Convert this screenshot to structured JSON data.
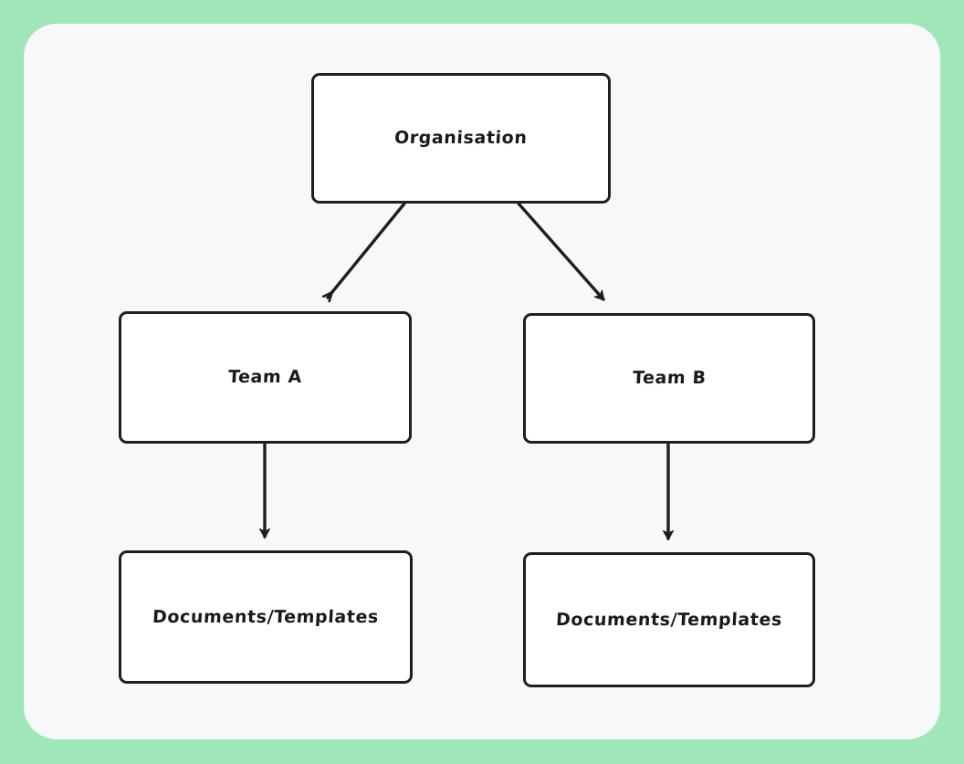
{
  "canvas": {
    "background_color": "#9fe6b8",
    "surface_color": "#f7f8fa",
    "node_fill": "#ffffff",
    "node_stroke": "#1e1e23",
    "text_color": "#191a1f"
  },
  "diagram": {
    "type": "org-hierarchy-flowchart",
    "nodes": [
      {
        "id": "organisation",
        "label": "Organisation"
      },
      {
        "id": "team_a",
        "label": "Team A"
      },
      {
        "id": "team_b",
        "label": "Team B"
      },
      {
        "id": "docs_a",
        "label": "Documents/Templates"
      },
      {
        "id": "docs_b",
        "label": "Documents/Templates"
      }
    ],
    "edges": [
      {
        "from": "organisation",
        "to": "team_a",
        "style": "diagonal-arrow"
      },
      {
        "from": "organisation",
        "to": "team_b",
        "style": "diagonal-arrow"
      },
      {
        "from": "team_a",
        "to": "docs_a",
        "style": "vertical-arrow"
      },
      {
        "from": "team_b",
        "to": "docs_b",
        "style": "vertical-arrow"
      }
    ]
  }
}
